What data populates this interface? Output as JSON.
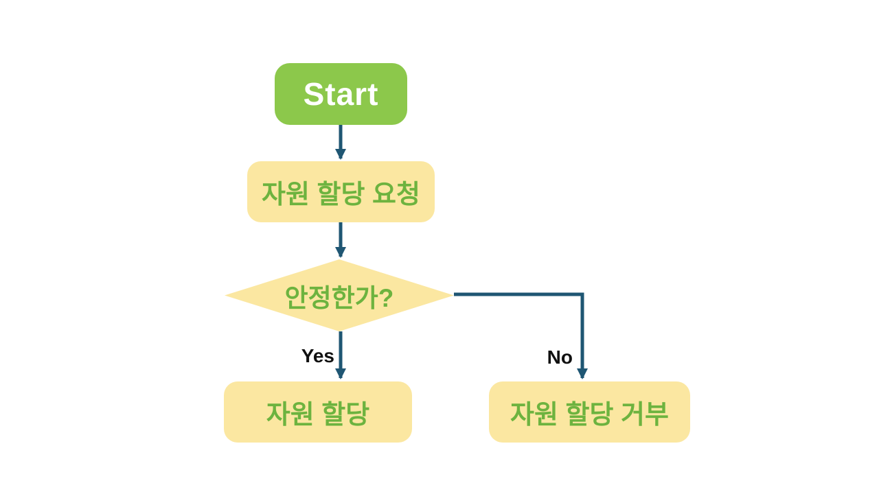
{
  "flowchart": {
    "nodes": {
      "start": {
        "label": "Start",
        "shape": "rounded-rect"
      },
      "request": {
        "label": "자원 할당 요청",
        "shape": "rounded-rect"
      },
      "decision": {
        "label": "안정한가?",
        "shape": "diamond"
      },
      "allocate": {
        "label": "자원 할당",
        "shape": "rounded-rect"
      },
      "deny": {
        "label": "자원 할당 거부",
        "shape": "rounded-rect"
      }
    },
    "edge_labels": {
      "yes": "Yes",
      "no": "No"
    },
    "edges": [
      {
        "from": "start",
        "to": "request",
        "label": ""
      },
      {
        "from": "request",
        "to": "decision",
        "label": ""
      },
      {
        "from": "decision",
        "to": "allocate",
        "label": "Yes"
      },
      {
        "from": "decision",
        "to": "deny",
        "label": "No"
      }
    ],
    "colors": {
      "start_fill": "#8CC84B",
      "start_text": "#FFFFFF",
      "process_fill": "#FBE7A1",
      "process_text": "#6DB33F",
      "arrow": "#1F5673",
      "branch_label_text": "#111111",
      "background": "#FFFFFF"
    }
  }
}
